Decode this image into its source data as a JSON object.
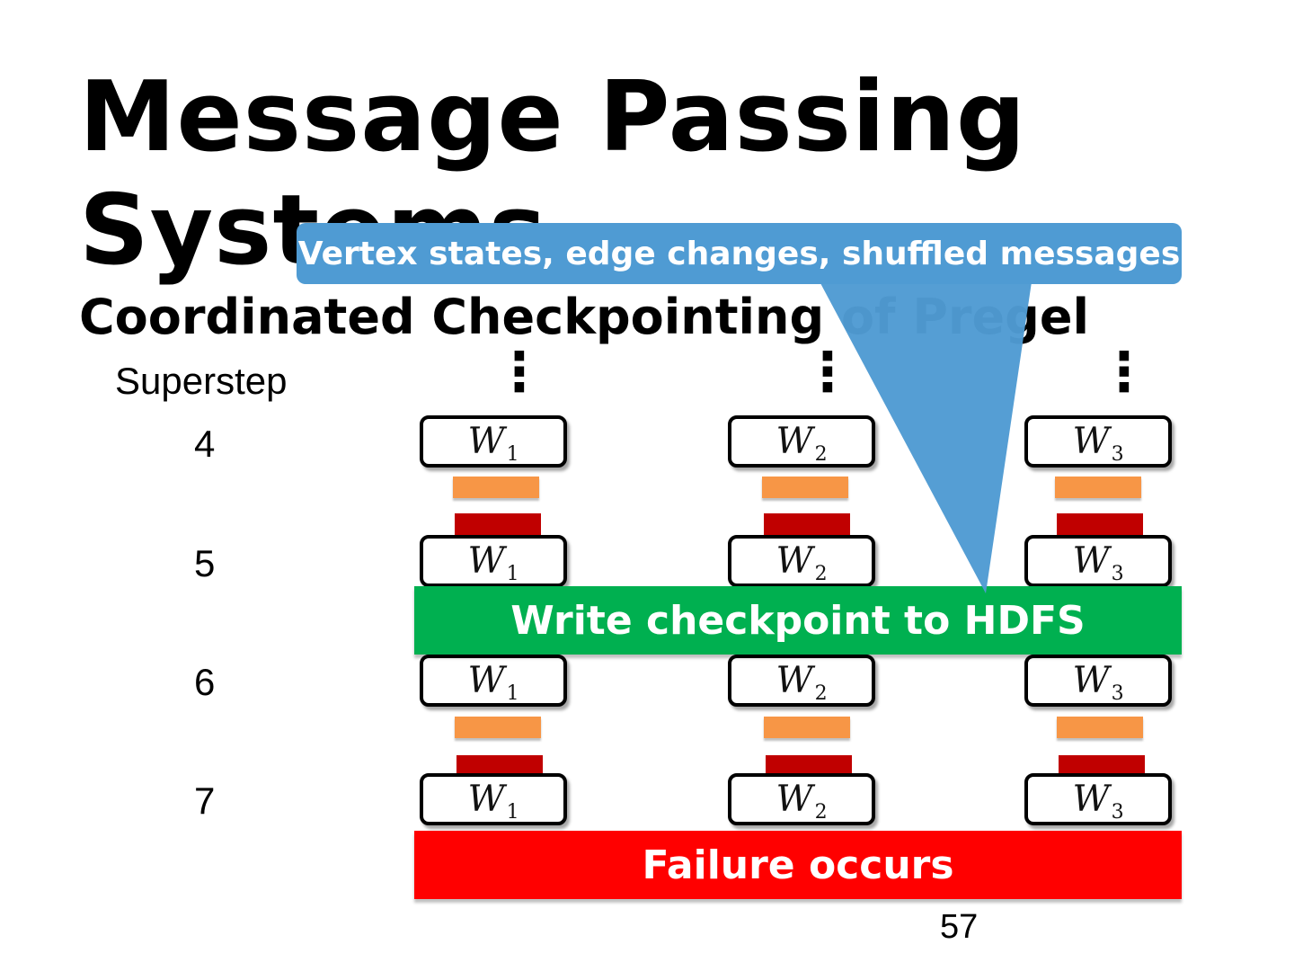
{
  "slide": {
    "title": "Message Passing Systems",
    "subtitle": "Coordinated Checkpointing of Pregel",
    "page_number": "57"
  },
  "diagram": {
    "row_header": "Superstep",
    "supersteps": [
      "4",
      "5",
      "6",
      "7"
    ],
    "continuation_marker": "⋮",
    "workers": [
      {
        "letter": "W",
        "index": "1"
      },
      {
        "letter": "W",
        "index": "2"
      },
      {
        "letter": "W",
        "index": "3"
      }
    ],
    "checkpoint_label": "Write checkpoint to HDFS",
    "failure_label": "Failure occurs",
    "callout_text": "Vertex states, edge changes, shuffled messages"
  },
  "colors": {
    "checkpoint_banner": "#00b050",
    "failure_banner": "#ff0000",
    "callout": "#4f9bd3",
    "compute_bar": "#f79646",
    "message_bar": "#c00000"
  }
}
